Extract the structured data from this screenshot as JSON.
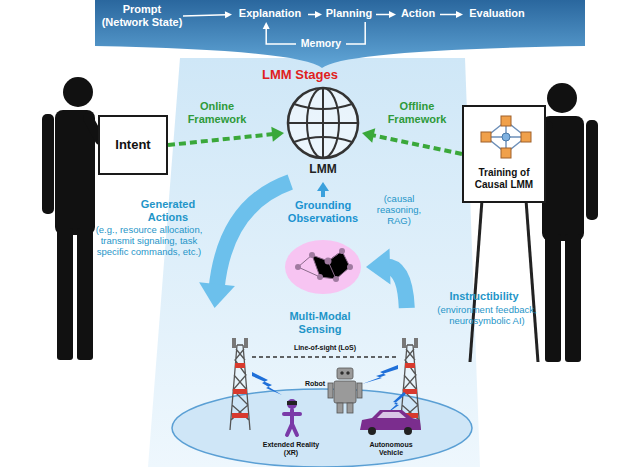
{
  "diagram": {
    "nodes": [
      {
        "text": [
          "Prompt (Network State)"
        ]
      },
      {
        "text": [
          "Explanation"
        ]
      },
      {
        "text": [
          "Planning"
        ]
      },
      {
        "text": [
          "Action"
        ]
      },
      {
        "text": [
          "Evaluation"
        ]
      },
      {
        "text": [
          "Memory"
        ]
      },
      {
        "text": [
          "Intent"
        ]
      },
      {
        "text": [
          "LMM"
        ]
      },
      {
        "text": [
          "Training of Causal LMM"
        ]
      },
      {
        "text": [
          "Grounding Observations"
        ]
      },
      {
        "text": [
          "Multi-Modal Sensing"
        ]
      }
    ],
    "edges": [
      {
        "from": 0,
        "to": 1,
        "arrow": "to"
      },
      {
        "from": 1,
        "to": 2,
        "arrow": "to"
      },
      {
        "from": 2,
        "to": 3,
        "arrow": "to"
      },
      {
        "from": 3,
        "to": 4,
        "arrow": "to"
      },
      {
        "from": 2,
        "to": 5,
        "arrow": "none"
      },
      {
        "from": 5,
        "to": 1,
        "arrow": "to"
      },
      {
        "from": 6,
        "to": 7,
        "label": "Online Framework",
        "arrow": "to"
      },
      {
        "from": 8,
        "to": 7,
        "label": "Offline Framework",
        "arrow": "to"
      },
      {
        "from": 9,
        "to": 7,
        "arrow": "to"
      },
      {
        "from": 7,
        "to": 10,
        "label": "Generated Actions",
        "arrow": "to"
      },
      {
        "from": 10,
        "to": 9,
        "label": "Instructibility",
        "arrow": "to"
      }
    ],
    "labels": [
      "LMM Stages",
      "(causal reasoning, RAG)",
      "(e.g., resource allocation, transmit signaling, task specific commands, etc.)",
      "(environment feedback, neurosymbolic AI)",
      "Line-of-sight (LoS)",
      "Robot",
      "Extended Reality (XR)",
      "Autonomous Vehicle"
    ]
  }
}
